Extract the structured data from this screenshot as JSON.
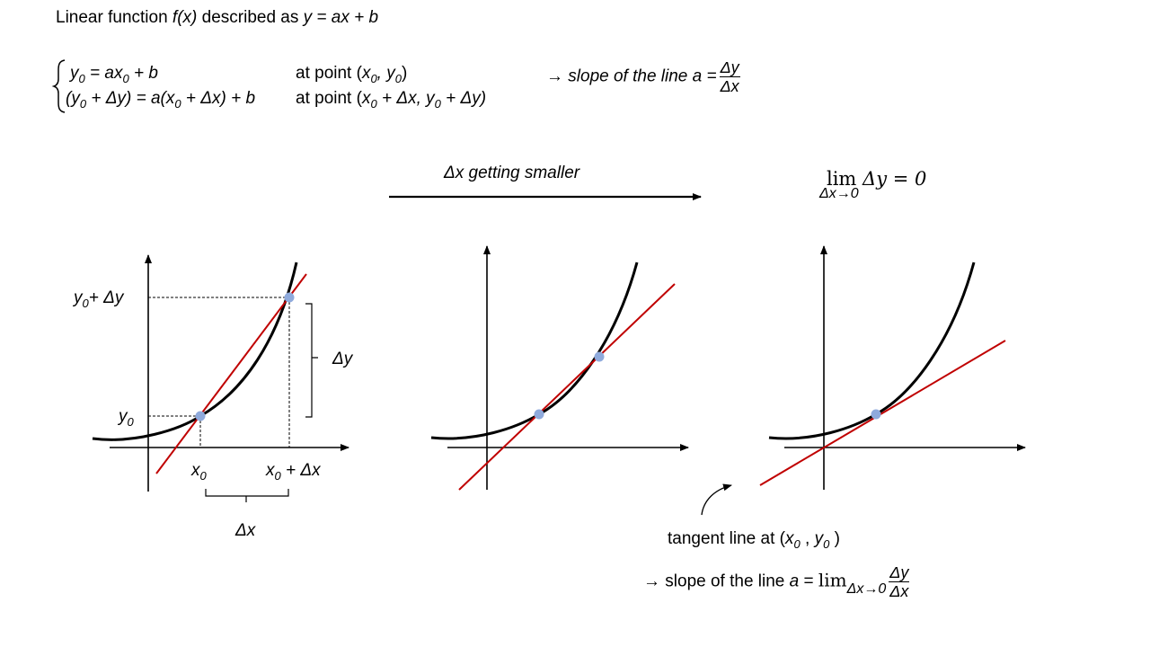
{
  "header": {
    "title_prefix": "Linear function ",
    "title_fx": "f(x)",
    "title_mid": " described as  ",
    "title_eq": "y = ax + b"
  },
  "system": {
    "eq1": {
      "y": "y",
      "y_sub": "0",
      "a": " = ax",
      "a_sub": "0",
      "rest": " + b"
    },
    "eq2": {
      "open": "(y",
      "open_sub": "0",
      "mid": " + Δy) = a(x",
      "mid_sub": "0",
      "rest": " + Δx) + b"
    },
    "point1": {
      "label": "at point (",
      "x": "x",
      "x_sub": "0",
      "sep": ", ",
      "y": "y",
      "y_sub": "0",
      "close": ")"
    },
    "point2": {
      "label": "at point (",
      "x": "x",
      "x_sub": "0",
      "xplus": " + Δx, ",
      "y": "y",
      "y_sub": "0",
      "yplus": " + Δy)"
    }
  },
  "slope_top": {
    "arrow": "→",
    "label": "slope of the line a =",
    "num": "Δy",
    "den": "Δx"
  },
  "middle_caption": "Δx getting smaller",
  "limit_top": {
    "lim": "lim",
    "expr": "Δy = 0",
    "under": "Δx→0"
  },
  "left_graph": {
    "y0_plus_dy": {
      "y": "y",
      "sub": "0",
      "rest": "+ Δy"
    },
    "y0": {
      "y": "y",
      "sub": "0"
    },
    "x0": {
      "x": "x",
      "sub": "0"
    },
    "x0_plus_dx": {
      "x": "x",
      "sub": "0",
      "rest": " + Δx"
    },
    "dy_label": "Δy",
    "dx_label": "Δx"
  },
  "tangent": {
    "label": "tangent line at (",
    "x": "x",
    "x_sub": "0",
    "sep": " ,  ",
    "y": "y",
    "y_sub": "0",
    "close": " )"
  },
  "slope_bottom": {
    "arrow": "→",
    "label": "slope of the line ",
    "a": "a",
    "eq": " = ",
    "lim": "lim",
    "under": "Δx→0",
    "num": "Δy",
    "den": "Δx"
  },
  "colors": {
    "curve": "#000000",
    "secant": "#c00000",
    "point": "#8faadc",
    "axis": "#000000"
  }
}
